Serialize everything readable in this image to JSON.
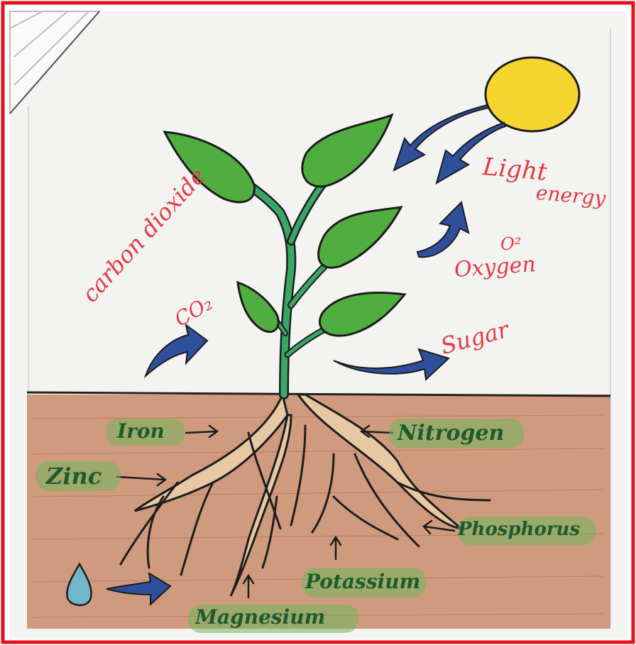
{
  "labels": {
    "light": "Light",
    "energy": "energy",
    "o2": "O²",
    "oxygen": "Oxygen",
    "co2_name": "carbon dioxide",
    "co2": "CO₂",
    "sugar": "Sugar",
    "iron": "Iron",
    "nitrogen": "Nitrogen",
    "zinc": "Zinc",
    "phosphorus": "Phosphorus",
    "potassium": "Potassium",
    "magnesium": "Magnesium"
  },
  "colors": {
    "border": "#e3131b",
    "paper": "#f3f3f1",
    "soil": "#c98a6a",
    "sun": "#f6d52e",
    "leaf": "#4fae3f",
    "arrow": "#2f4f9b",
    "label_red": "#e53945",
    "label_green": "#1f5a2f",
    "root": "#e6c9a2"
  }
}
